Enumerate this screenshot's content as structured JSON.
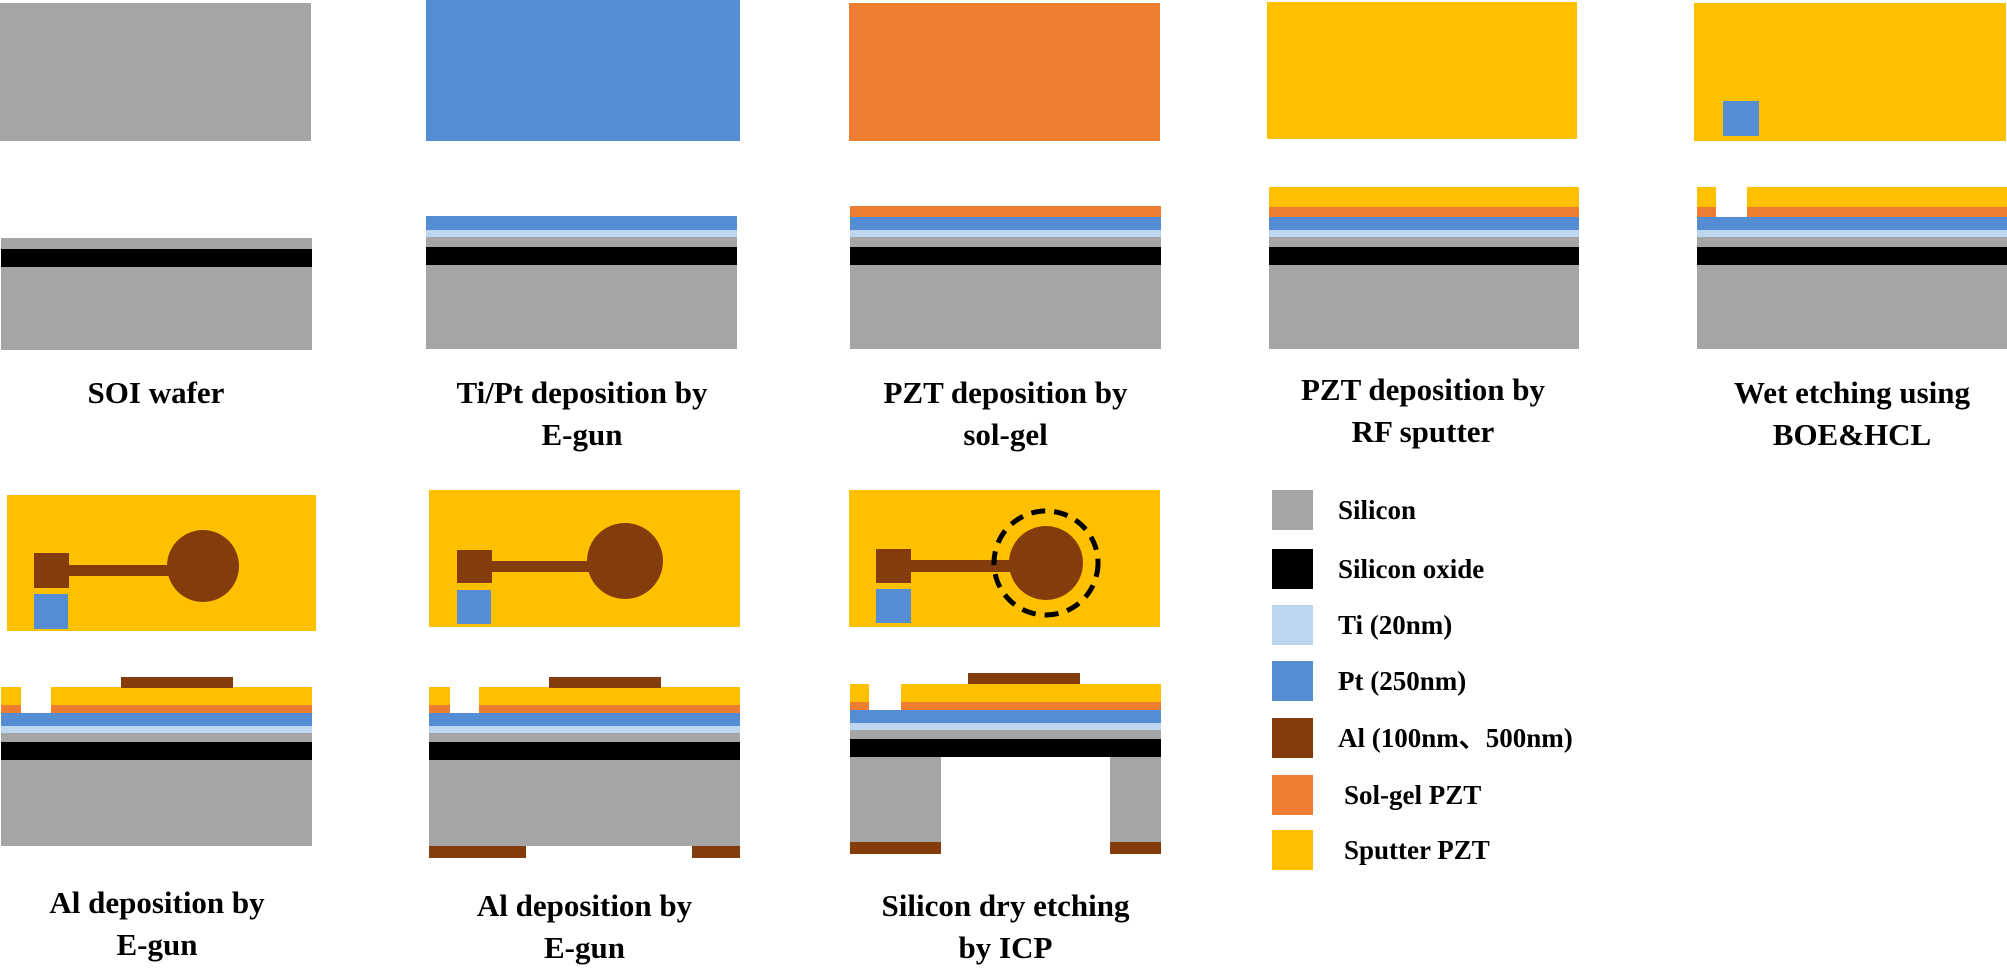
{
  "colors": {
    "silicon": "#A5A5A5",
    "silicon_oxide": "#000000",
    "ti": "#BDD7EE",
    "pt": "#548DD4",
    "al": "#843C0C",
    "solgel_pzt": "#ED7D31",
    "sputter_pzt": "#FFC000"
  },
  "steps": [
    {
      "caption_lines": [
        "SOI wafer"
      ]
    },
    {
      "caption_lines": [
        "Ti/Pt deposition by",
        "E-gun"
      ]
    },
    {
      "caption_lines": [
        "PZT deposition by",
        "sol-gel"
      ]
    },
    {
      "caption_lines": [
        "PZT deposition by",
        "RF sputter"
      ]
    },
    {
      "caption_lines": [
        "Wet etching using",
        "BOE&HCL"
      ]
    },
    {
      "caption_lines": [
        "Al deposition by",
        "E-gun"
      ]
    },
    {
      "caption_lines": [
        "Al deposition by",
        "E-gun"
      ]
    },
    {
      "caption_lines": [
        "Silicon  dry etching",
        "by ICP"
      ]
    }
  ],
  "legend": [
    {
      "label": "Silicon",
      "material": "silicon"
    },
    {
      "label": "Silicon oxide",
      "material": "silicon_oxide"
    },
    {
      "label": "Ti (20nm)",
      "material": "ti"
    },
    {
      "label": "Pt (250nm)",
      "material": "pt"
    },
    {
      "label": "Al (100nm、500nm)",
      "material": "al"
    },
    {
      "label": "Sol-gel PZT",
      "material": "solgel_pzt"
    },
    {
      "label": "Sputter PZT",
      "material": "sputter_pzt"
    }
  ]
}
